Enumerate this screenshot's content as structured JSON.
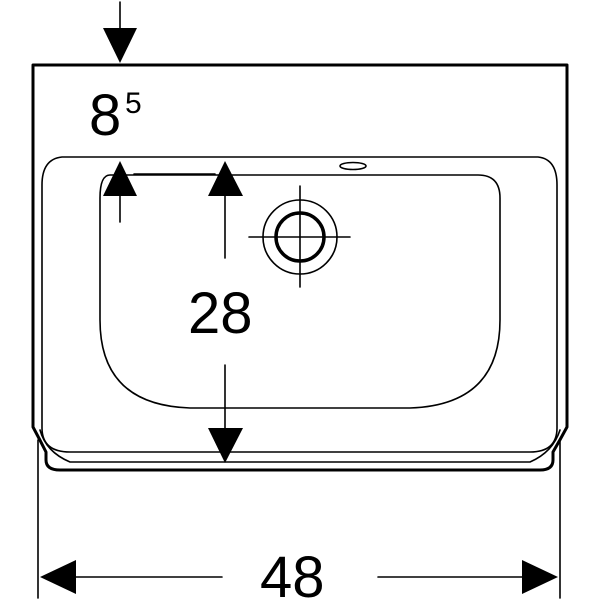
{
  "dimensions": {
    "depth_from_edge": {
      "value": "8",
      "superscript": "5"
    },
    "bowl_depth": {
      "value": "28"
    },
    "overall_width": {
      "value": "48"
    }
  }
}
